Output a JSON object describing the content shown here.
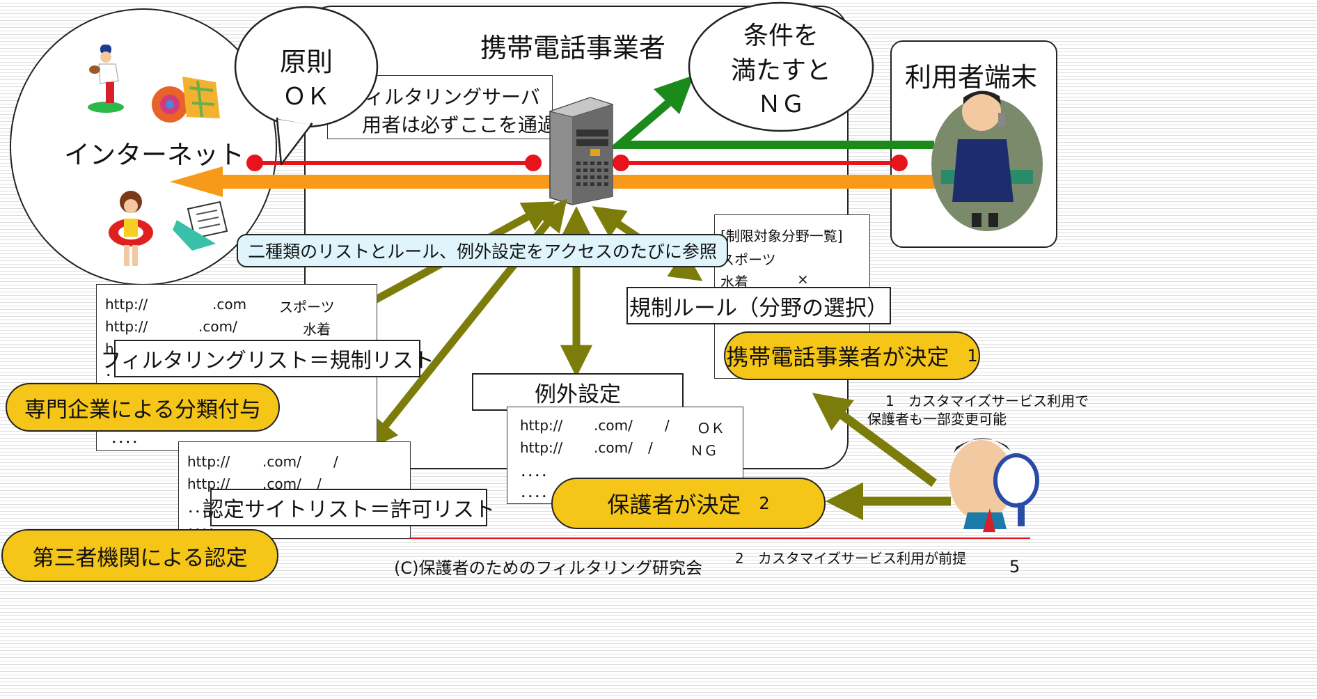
{
  "carrier_title": "携帯電話事業者",
  "internet_label": "インターネット",
  "user_terminal_label": "利用者端末",
  "bubble_ok": {
    "line1": "原則",
    "line2": "ＯＫ"
  },
  "bubble_ng": {
    "line1": "条件を",
    "line2": "満たすと",
    "line3": "ＮＧ"
  },
  "server_box": {
    "line1": "ィルタリングサーバ",
    "line2": "用者は必ずここを通過）"
  },
  "reference_note": "二種類のリストとルール、例外設定をアクセスのたびに参照",
  "category_list": {
    "header": "[制限対象分野一覧]",
    "row1": "スポーツ",
    "row2_name": "水着",
    "row2_mark": "×"
  },
  "rule_label": "規制ルール（分野の選択）",
  "carrier_decides": {
    "text": "携帯電話事業者が決定",
    "note": "1"
  },
  "customize_note": {
    "line1": "1　カスタマイズサービス利用で",
    "line2": "保護者も一部変更可能"
  },
  "filtering_list": {
    "rows": [
      {
        "url": "http://",
        "domain": ".com",
        "category": "スポーツ"
      },
      {
        "url": "http://",
        "domain": ".com/",
        "category": "水着"
      }
    ],
    "partial1": "h",
    "partial2": "．",
    "partial3": "．．．．",
    "label": "フィルタリングリスト＝規制リスト"
  },
  "expert_classification": "専門企業による分類付与",
  "exception": {
    "label": "例外設定",
    "rows": [
      {
        "url": "http://",
        "domain": ".com/",
        "sep": "/",
        "result": "ＯＫ"
      },
      {
        "url": "http://",
        "domain": ".com/",
        "sep": "/",
        "result": "ＮＧ"
      }
    ],
    "dots1": "．．．．",
    "dots2": "．．．．"
  },
  "certified_list": {
    "rows": [
      {
        "url": "http://",
        "domain": ".com/",
        "sep": "/"
      },
      {
        "url": "http://",
        "domain": ".com/",
        "sep": "/"
      }
    ],
    "dots1": "．．．",
    "dots2": "．．．．",
    "label": "認定サイトリスト＝許可リスト"
  },
  "guardian_decides": {
    "text": "保護者が決定",
    "note": "2"
  },
  "third_party": "第三者機関による認定",
  "footer": {
    "credit": "(C)保護者のためのフィルタリング研究会",
    "note2": "2　カスタマイズサービス利用が前提",
    "page": "5"
  },
  "colors": {
    "red_line": "#e8141c",
    "orange_arrow": "#f79a1a",
    "green_arrow": "#1a8a1a",
    "olive_arrow": "#7c7c0a",
    "pill_fill": "#f5c518",
    "note_fill": "#dff5fb"
  }
}
